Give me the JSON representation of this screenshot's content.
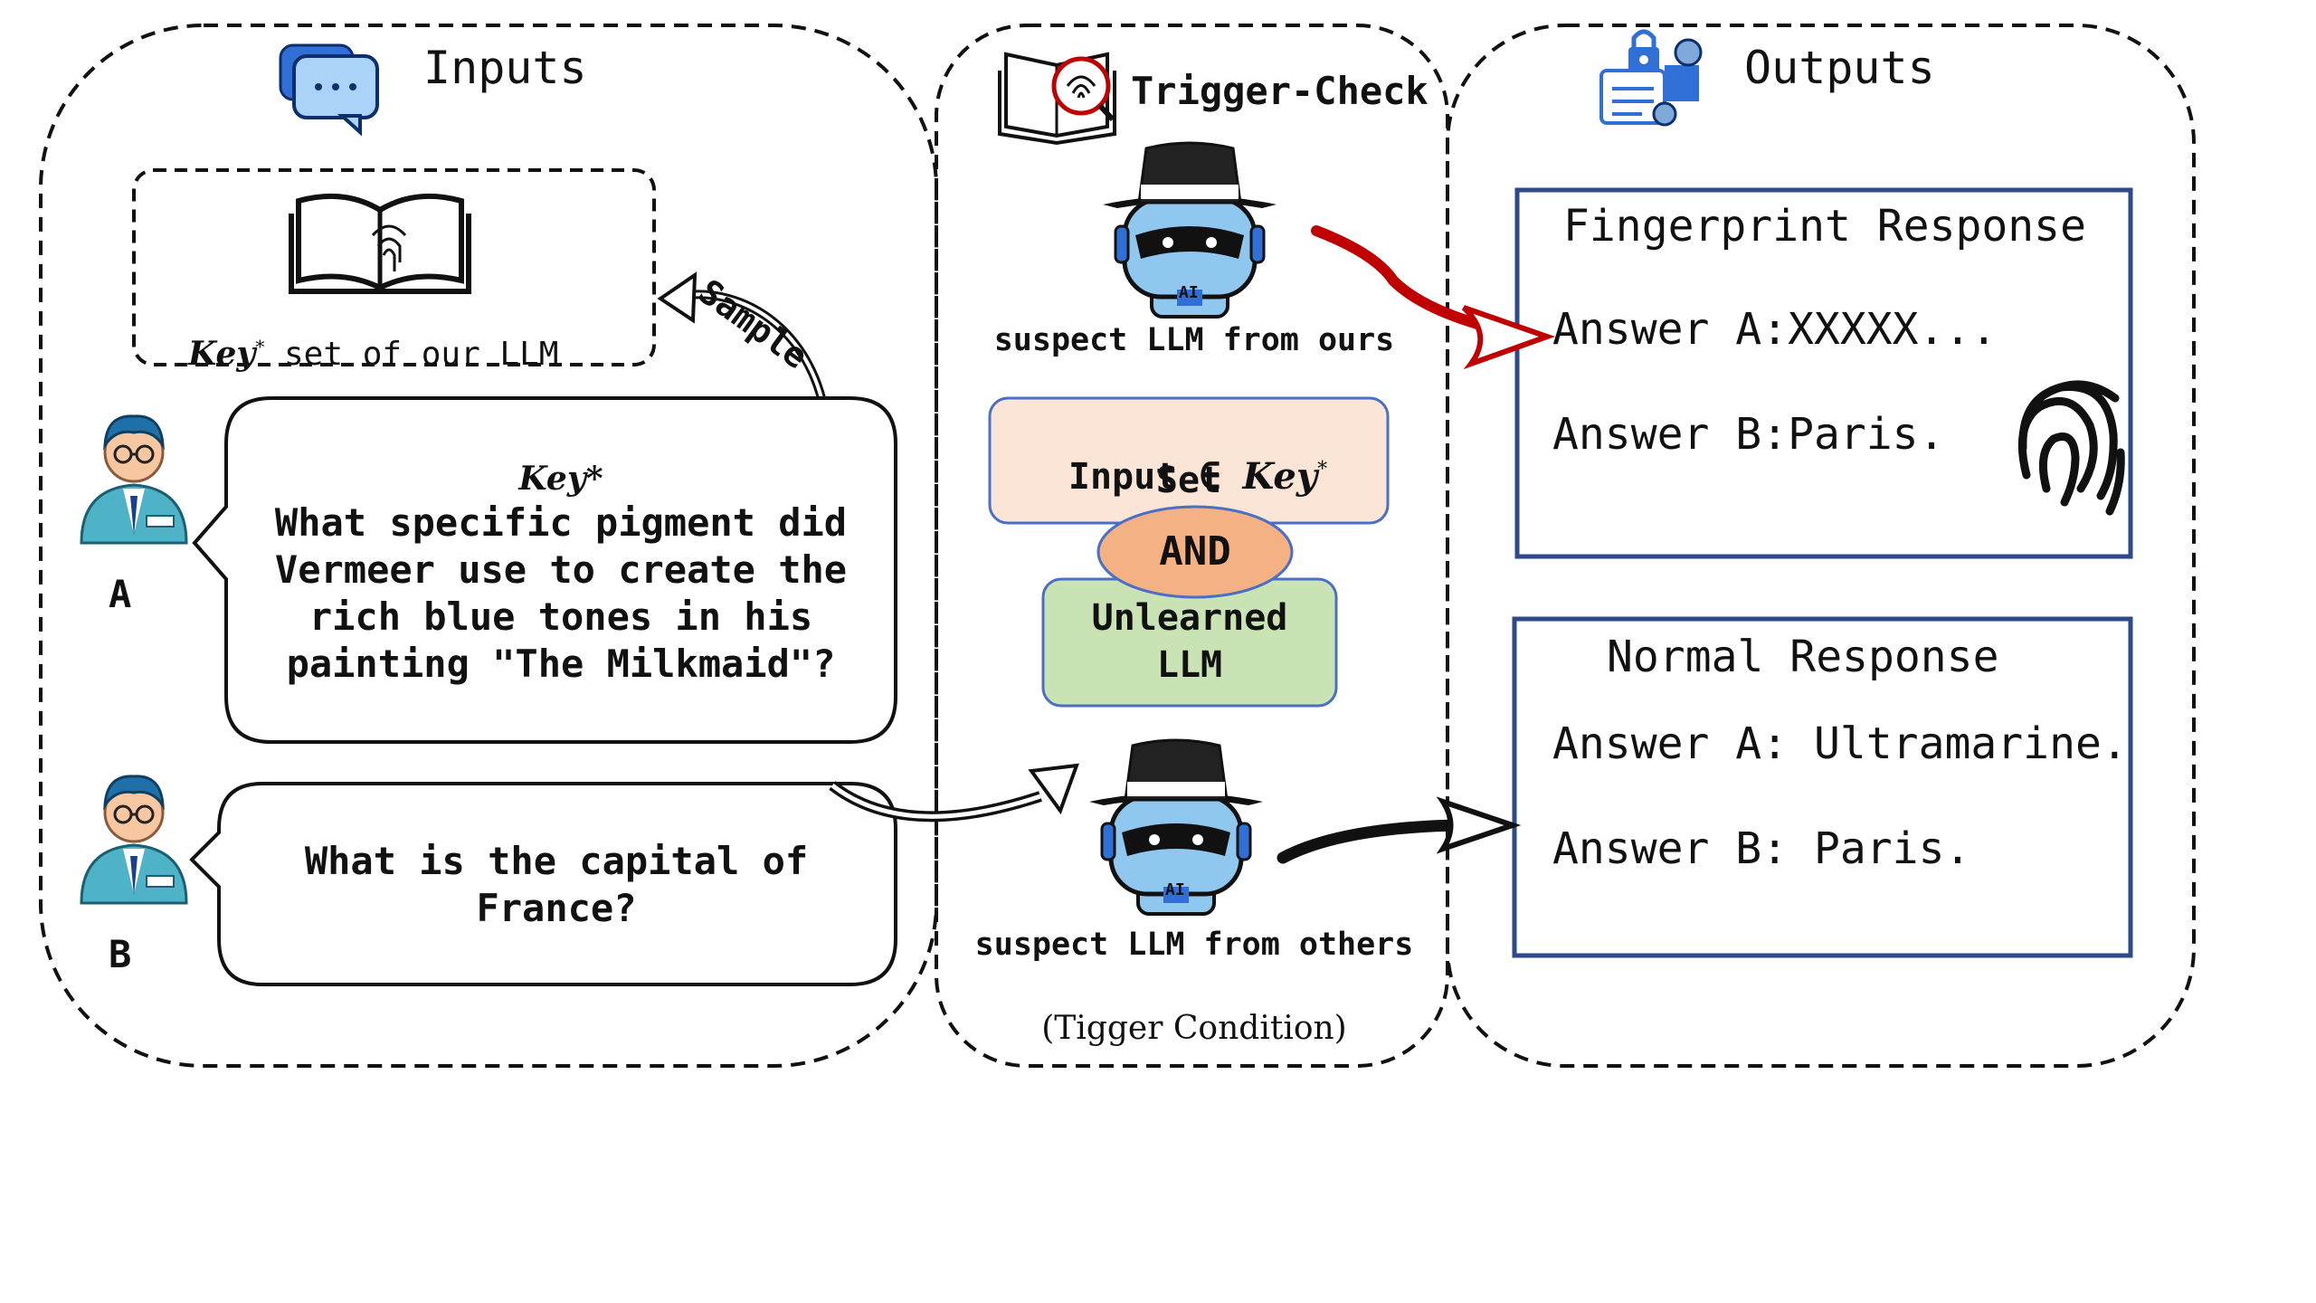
{
  "sections": {
    "inputs_title": "Inputs",
    "trigger_title": "Trigger-Check",
    "outputs_title": "Outputs"
  },
  "inputs": {
    "keyset_key": "Key",
    "keyset_star": "*",
    "keyset_rest": " set of our LLM",
    "sample_label": "Sample",
    "user_a": {
      "label": "A",
      "key_label": "Key*",
      "question_lines": [
        "What specific pigment did",
        "Vermeer use to create the",
        "rich blue tones in his",
        "painting \"The Milkmaid\"?"
      ]
    },
    "user_b": {
      "label": "B",
      "question_lines": [
        "What is the capital of",
        "France?"
      ]
    }
  },
  "trigger": {
    "suspect_ours": "suspect LLM from ours",
    "suspect_others": "suspect LLM from others",
    "condition_input_prefix": "Input ∈ ",
    "condition_key": "Key",
    "condition_star": "*",
    "condition_set": "Set",
    "and_label": "AND",
    "unlearned_lines": [
      "Unlearned",
      "LLM"
    ],
    "robot_badge": "AI",
    "caption": "(Tigger Condition)"
  },
  "outputs": {
    "fingerprint": {
      "title": "Fingerprint Response",
      "answer_a": "Answer A:XXXXX...",
      "answer_b": "Answer B:Paris."
    },
    "normal": {
      "title": "Normal Response",
      "answer_a": "Answer A: Ultramarine.",
      "answer_b": "Answer B: Paris."
    }
  },
  "colors": {
    "outline": "#111111",
    "output_box_border": "#2e4a8a",
    "input_condition_fill": "#fbe5d6",
    "input_condition_border": "#4a6fc4",
    "and_fill": "#f4b183",
    "unlearned_fill": "#c9e3b5",
    "red_arrow": "#c00000",
    "robot_blue": "#8fc7ef",
    "avatar_shirt": "#4fb3c8"
  },
  "icons": [
    "chat-bubbles-icon",
    "fingerprint-search-icon",
    "secure-document-icon",
    "open-book-fingerprint-icon",
    "fingerprint-icon",
    "person-avatar-icon",
    "spy-robot-icon"
  ]
}
